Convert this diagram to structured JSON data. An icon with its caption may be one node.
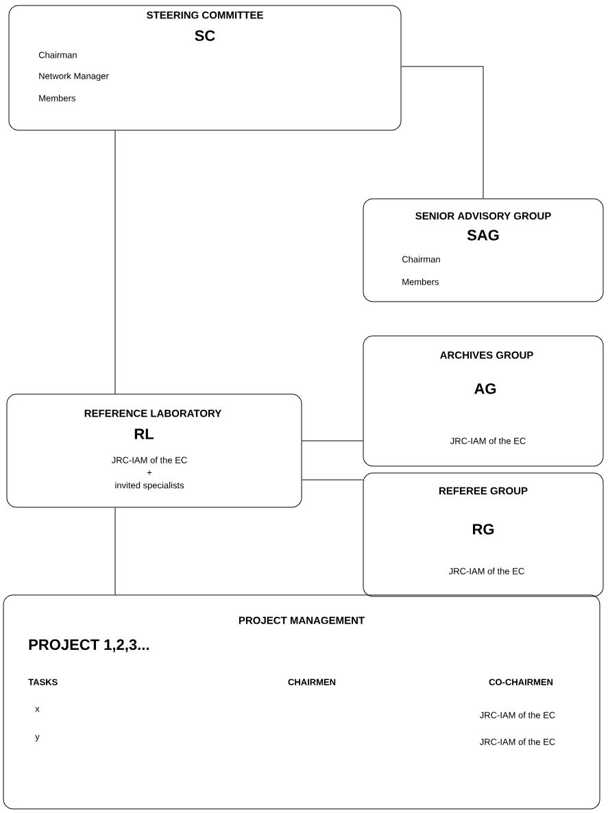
{
  "diagram": {
    "nodes": [
      {
        "text": [
          "STEERING COMMITTEE",
          "SC",
          "Chairman",
          "Network Manager",
          "Members"
        ]
      },
      {
        "text": [
          "SENIOR ADVISORY GROUP",
          "SAG",
          "Chairman",
          "Members"
        ]
      },
      {
        "text": [
          "ARCHIVES GROUP",
          "AG",
          "JRC-IAM of the EC"
        ]
      },
      {
        "text": [
          "REFERENCE LABORATORY",
          "RL",
          "JRC-IAM of the EC",
          "+",
          "invited specialists"
        ]
      },
      {
        "text": [
          "REFEREE GROUP",
          "RG",
          "JRC-IAM of the EC"
        ]
      },
      {
        "text": [
          "PROJECT MANAGEMENT",
          "PROJECT 1,2,3...",
          "TASKS",
          "CHAIRMEN",
          "CO-CHAIRMEN",
          "x",
          "y",
          "JRC-IAM of the EC",
          "JRC-IAM of the EC"
        ]
      }
    ],
    "edges": [
      {
        "from": 0,
        "to": 1,
        "arrow": "none"
      },
      {
        "from": 0,
        "to": 3,
        "arrow": "none"
      },
      {
        "from": 3,
        "to": 2,
        "arrow": "none"
      },
      {
        "from": 3,
        "to": 4,
        "arrow": "none"
      },
      {
        "from": 3,
        "to": 5,
        "arrow": "none"
      }
    ]
  }
}
